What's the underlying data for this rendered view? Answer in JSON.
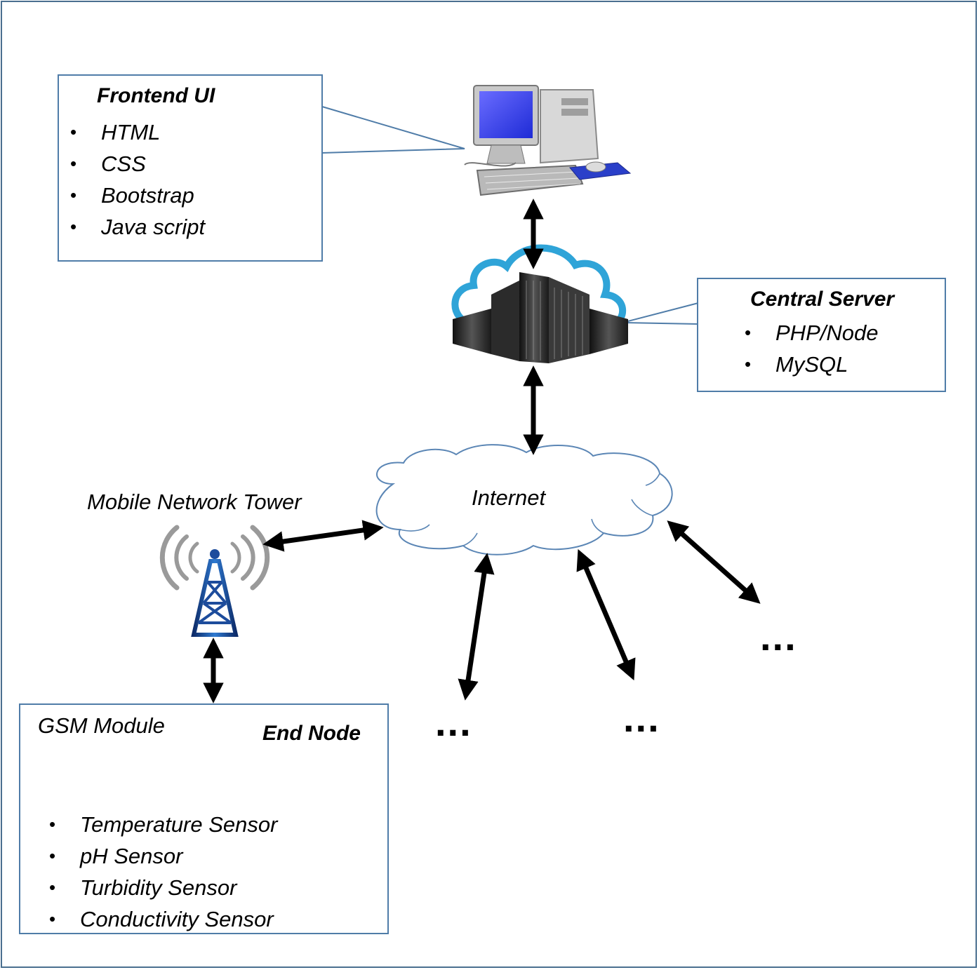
{
  "frontend": {
    "title": "Frontend UI",
    "items": [
      "HTML",
      "CSS",
      "Bootstrap",
      "Java script"
    ]
  },
  "server": {
    "title": "Central Server",
    "items": [
      "PHP/Node",
      "MySQL"
    ]
  },
  "internet": {
    "label": "Internet"
  },
  "tower": {
    "label": "Mobile Network Tower"
  },
  "end_node": {
    "title": "End Node",
    "gsm_label": "GSM Module",
    "items": [
      "Temperature Sensor",
      "pH Sensor",
      "Turbidity Sensor",
      "Conductivity Sensor"
    ]
  },
  "more_nodes": [
    "...",
    "...",
    "..."
  ],
  "bullet_char": "•",
  "icons": [
    "desktop-computer-icon",
    "cloud-server-icon",
    "cell-tower-icon",
    "router-icon"
  ],
  "colors": {
    "box_border": "#4f7ca8",
    "arrow": "#000000",
    "cloud_stroke": "#5b86b5"
  }
}
